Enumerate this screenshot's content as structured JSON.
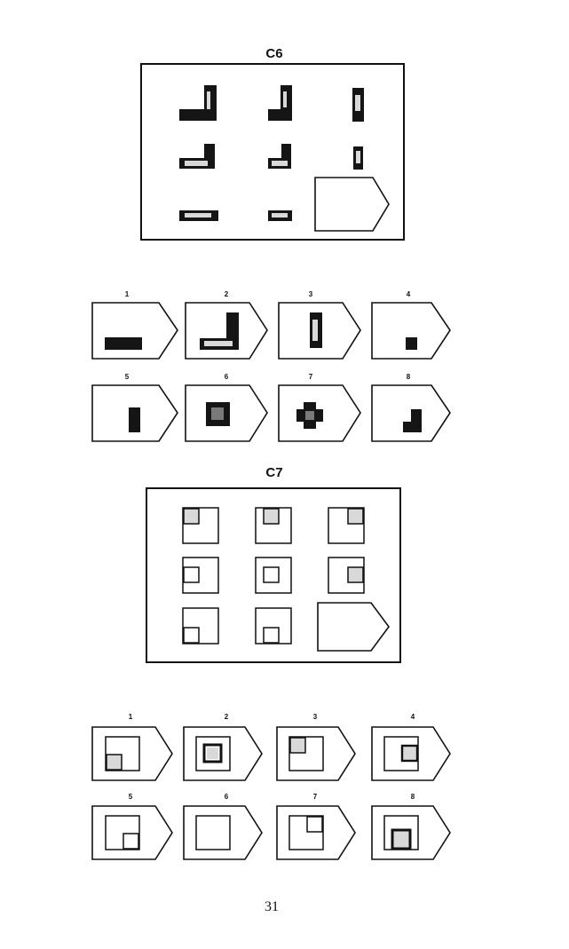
{
  "problems": [
    {
      "id": "C6",
      "label": "C6",
      "options": [
        "1",
        "2",
        "3",
        "4",
        "5",
        "6",
        "7",
        "8"
      ]
    },
    {
      "id": "C7",
      "label": "C7",
      "options": [
        "1",
        "2",
        "3",
        "4",
        "5",
        "6",
        "7",
        "8"
      ]
    }
  ],
  "page_number": "31"
}
